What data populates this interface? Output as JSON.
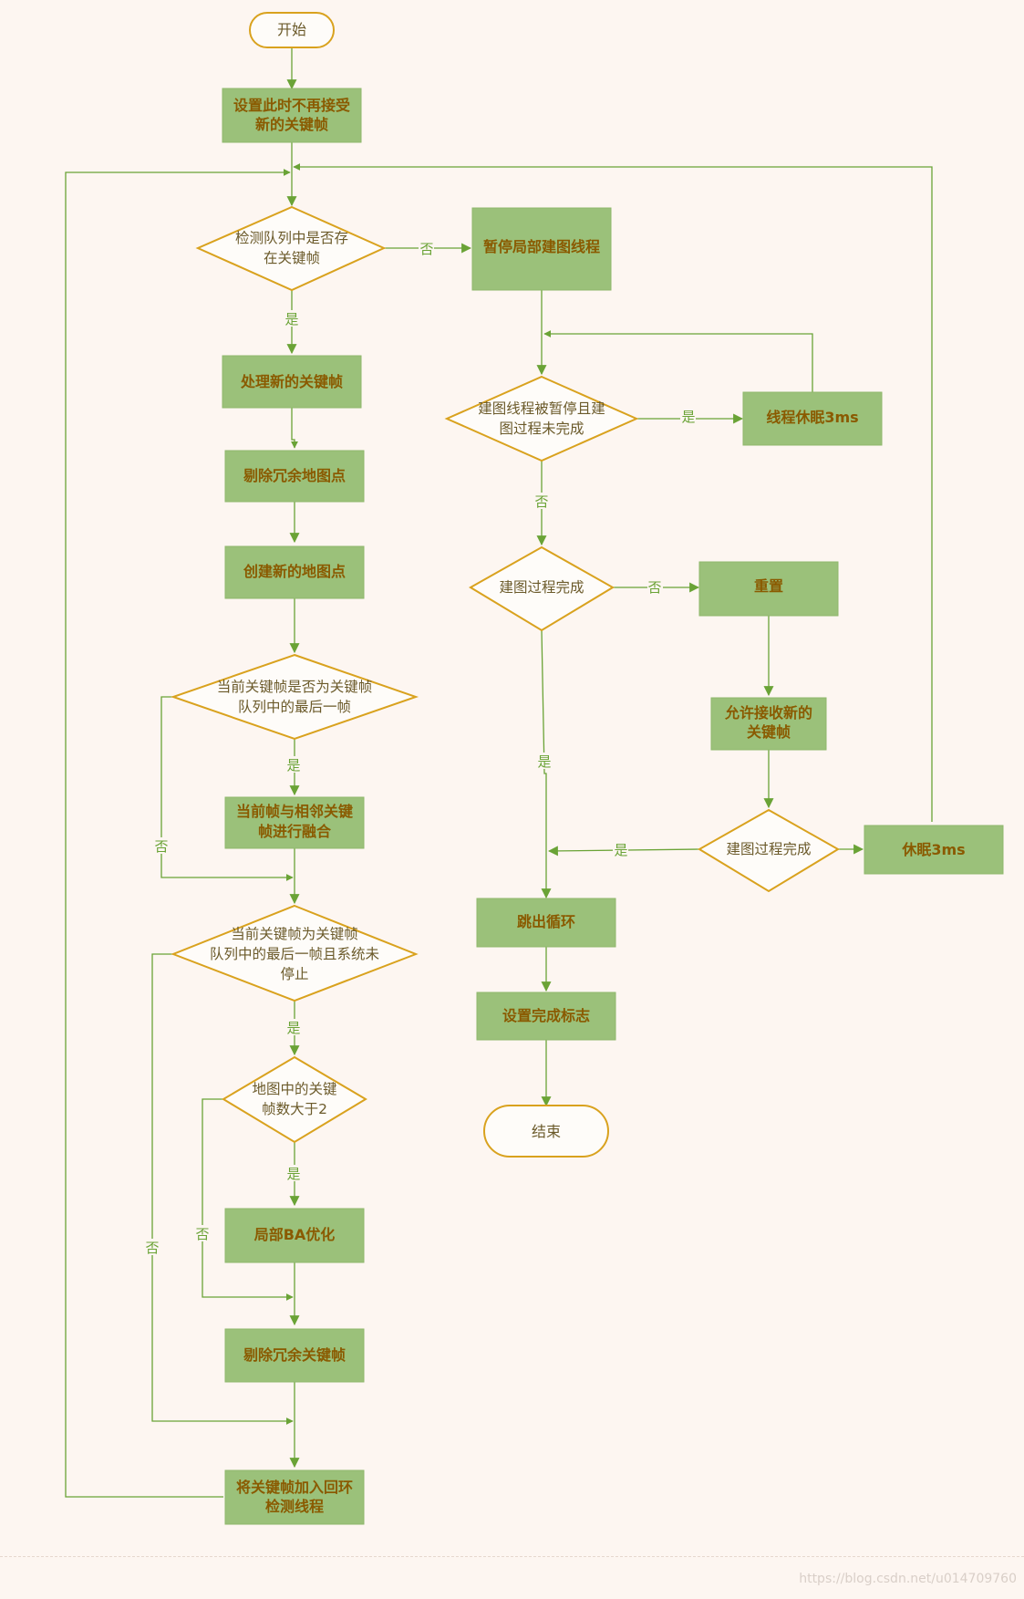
{
  "nodes": {
    "start": "开始",
    "set_no_accept": [
      "设置此时不再接受",
      "新的关键帧"
    ],
    "check_queue": [
      "检测队列中是否存",
      "在关键帧"
    ],
    "process_kf": "处理新的关键帧",
    "cull_points": "剔除冗余地图点",
    "create_points": "创建新的地图点",
    "is_last": [
      "当前关键帧是否为关键帧",
      "队列中的最后一帧"
    ],
    "fuse": [
      "当前帧与相邻关键",
      "帧进行融合"
    ],
    "last_and_not_stop": [
      "当前关键帧为关键帧",
      "队列中的最后一帧且系统未",
      "停止"
    ],
    "map_gt2": [
      "地图中的关键",
      "帧数大于2"
    ],
    "local_ba": "局部BA优化",
    "cull_kf": "剔除冗余关键帧",
    "insert_loop": [
      "将关键帧加入回环",
      "检测线程"
    ],
    "pause_mapping": "暂停局部建图线程",
    "paused_not_done": [
      "建图线程被暂停且建",
      "图过程未完成"
    ],
    "sleep_3ms_a": "线程休眠3ms",
    "mapping_done_a": "建图过程完成",
    "reset": "重置",
    "allow_accept": [
      "允许接收新的",
      "关键帧"
    ],
    "mapping_done_b": "建图过程完成",
    "sleep_3ms_b": "休眠3ms",
    "break_loop": "跳出循环",
    "set_finish": "设置完成标志",
    "end": "结束"
  },
  "labels": {
    "yes": "是",
    "no": "否"
  },
  "colors": {
    "box_fill": "#9bc17a",
    "box_text": "#8a5a00",
    "diamond_stroke": "#d9a21e",
    "line": "#6aa336",
    "label_text": "#6aa336",
    "diamond_text": "#6b5a2a"
  },
  "watermark": "https://blog.csdn.net/u014709760"
}
